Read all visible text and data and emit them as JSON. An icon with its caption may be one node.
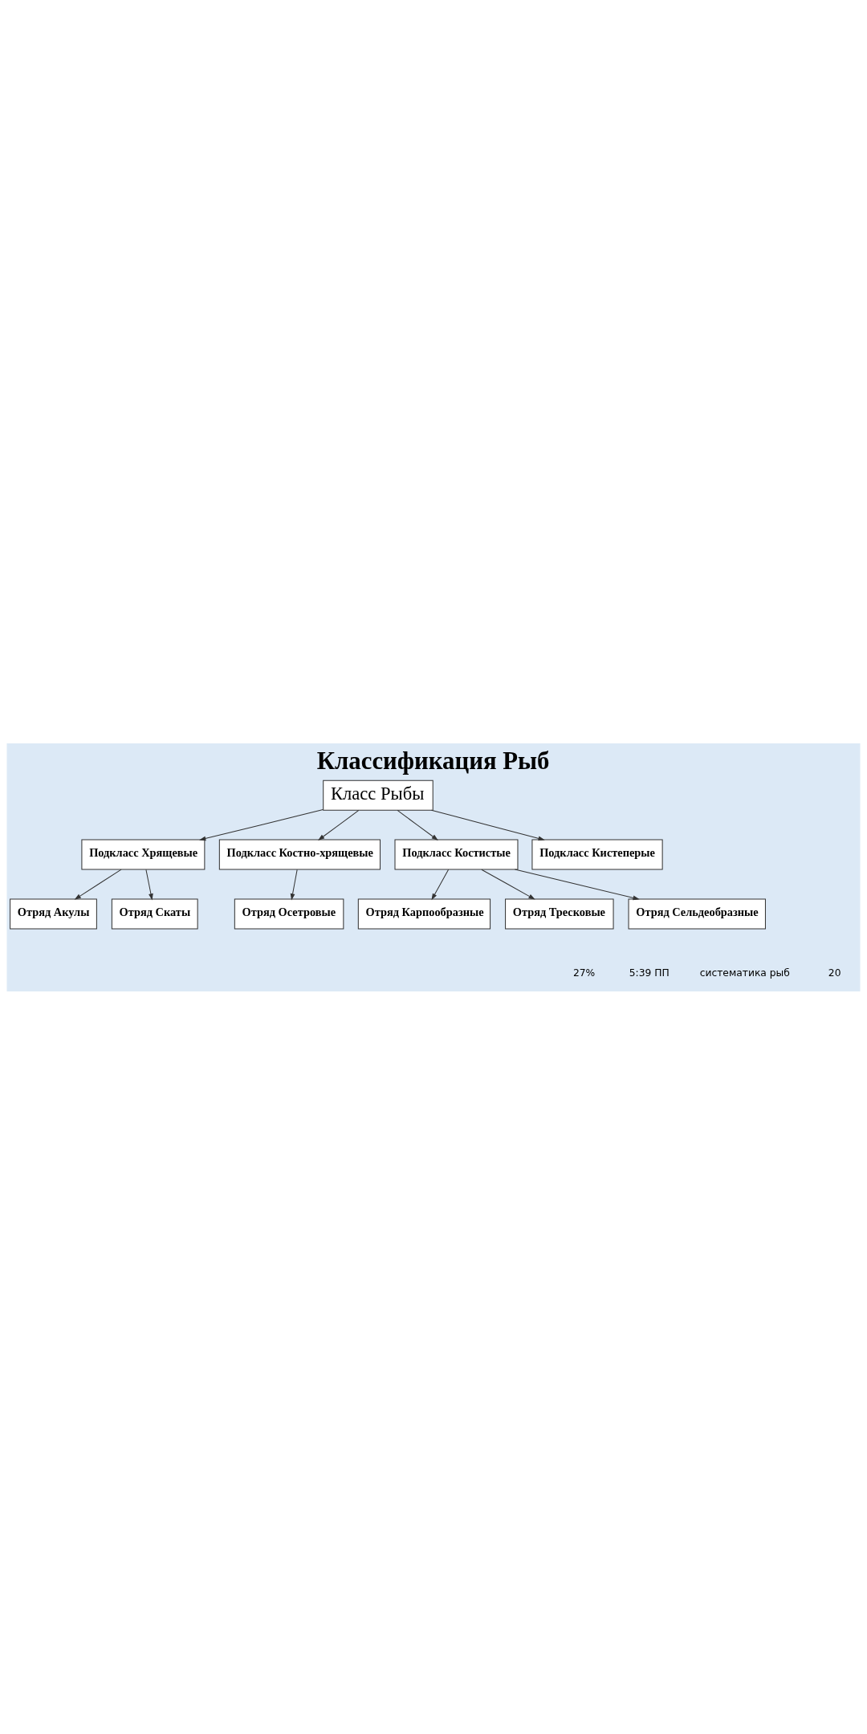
{
  "diagram": {
    "title": "Классификация Рыб",
    "nodes": [
      {
        "text": [
          "Класс Рыбы"
        ]
      },
      {
        "text": [
          "Подкласс Хрящевые"
        ]
      },
      {
        "text": [
          "Подкласс Костно-хрящевые"
        ]
      },
      {
        "text": [
          "Подкласс Костистые"
        ]
      },
      {
        "text": [
          "Подкласс Кистеперые"
        ]
      },
      {
        "text": [
          "Отряд Акулы"
        ]
      },
      {
        "text": [
          "Отряд Скаты"
        ]
      },
      {
        "text": [
          "Отряд Карпообразные"
        ]
      },
      {
        "text": [
          "Отряд Тресковые"
        ]
      },
      {
        "text": [
          "Отряд Осетровые"
        ]
      },
      {
        "text": [
          "Отряд Сельдеобразные"
        ]
      }
    ],
    "edges": [
      {
        "from": 0,
        "to": 1,
        "arrow": "to"
      },
      {
        "from": 0,
        "to": 2,
        "arrow": "to"
      },
      {
        "from": 0,
        "to": 3,
        "arrow": "to"
      },
      {
        "from": 0,
        "to": 4,
        "arrow": "to"
      },
      {
        "from": 1,
        "to": 5,
        "arrow": "to"
      },
      {
        "from": 1,
        "to": 6,
        "arrow": "to"
      },
      {
        "from": 3,
        "to": 7,
        "arrow": "to"
      },
      {
        "from": 3,
        "to": 8,
        "arrow": "to"
      },
      {
        "from": 2,
        "to": 9,
        "arrow": "to"
      },
      {
        "from": 3,
        "to": 10,
        "arrow": "to"
      }
    ],
    "labels": [
      "27%",
      "5:39 ПП",
      "систематика рыб",
      "20"
    ]
  }
}
